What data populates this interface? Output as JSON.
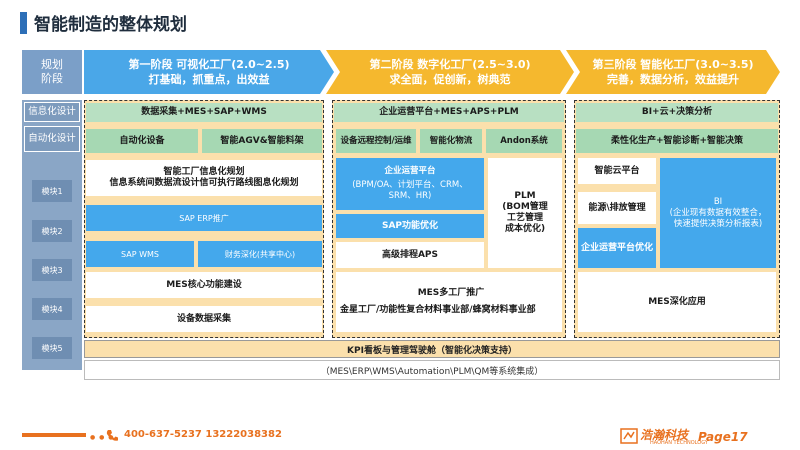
{
  "title": "智能制造的整体规划",
  "stage_label": "规划\n阶段",
  "stages": [
    {
      "line1": "第一阶段 可视化工厂(2.0~2.5)",
      "line2": "打基础，抓重点，出效益"
    },
    {
      "line1": "第二阶段 数字化工厂(2.5~3.0)",
      "line2": "求全面，促创新，树典范"
    },
    {
      "line1": "第三阶段 智能化工厂(3.0~3.5)",
      "line2": "完善，数据分析，效益提升"
    }
  ],
  "row_labels": {
    "info": "信息化设计",
    "auto": "自动化设计"
  },
  "modules": [
    "模块1",
    "模块2",
    "模块3",
    "模块4",
    "模块5"
  ],
  "phase1": {
    "info": "数据采集+MES+SAP+WMS",
    "auto1": "自动化设备",
    "auto2": "智能AGV&智能料架",
    "m1_line1": "智能工厂信息化规划",
    "m1_line2": "信息系统间数据流设计信可执行路线图息化规划",
    "m2": "SAP ERP推广",
    "m3a": "SAP WMS",
    "m3b": "财务深化(共享中心)",
    "m4": "MES核心功能建设",
    "m5": "设备数据采集"
  },
  "phase2": {
    "info": "企业运营平台+MES+APS+PLM",
    "auto1": "设备远程控制/运维",
    "auto2": "智能化物流",
    "auto3": "Andon系统",
    "ops_title": "企业运营平台",
    "ops_body": "(BPM/OA、计划平台、CRM、SRM、HR)",
    "plm": "PLM\n(BOM管理\n工艺管理\n成本优化)",
    "sap_opt": "SAP功能优化",
    "aps": "高级排程APS",
    "mes_title": "MES多工厂推广",
    "mes_body": "金星工厂/功能性复合材料事业部/蜂窝材料事业部"
  },
  "phase3": {
    "info": "BI+云+决策分析",
    "auto": "柔性化生产+智能诊断+智能决策",
    "cloud": "智能云平台",
    "energy": "能源\\排放管理",
    "ops_opt": "企业运营平台优化",
    "bi": "BI\n(企业现有数据有效整合，快速提供决策分析报表)",
    "mes": "MES深化应用"
  },
  "kpi": "KPI看板与管理驾驶舱（智能化决策支持）",
  "systems": "（MES\\ERP\\WMS\\Automation\\PLM\\QM等系统集成）",
  "footer": {
    "phone": "400-637-5237  13222038382",
    "logo": "浩瀚科技",
    "logo_sub": "HAOHAN TECHNOLOGY",
    "page": "Page17"
  },
  "colors": {
    "accent": "#e8711f",
    "blue": "#44a8ec",
    "orange": "#f5b82e",
    "green": "#b8e0c2"
  }
}
